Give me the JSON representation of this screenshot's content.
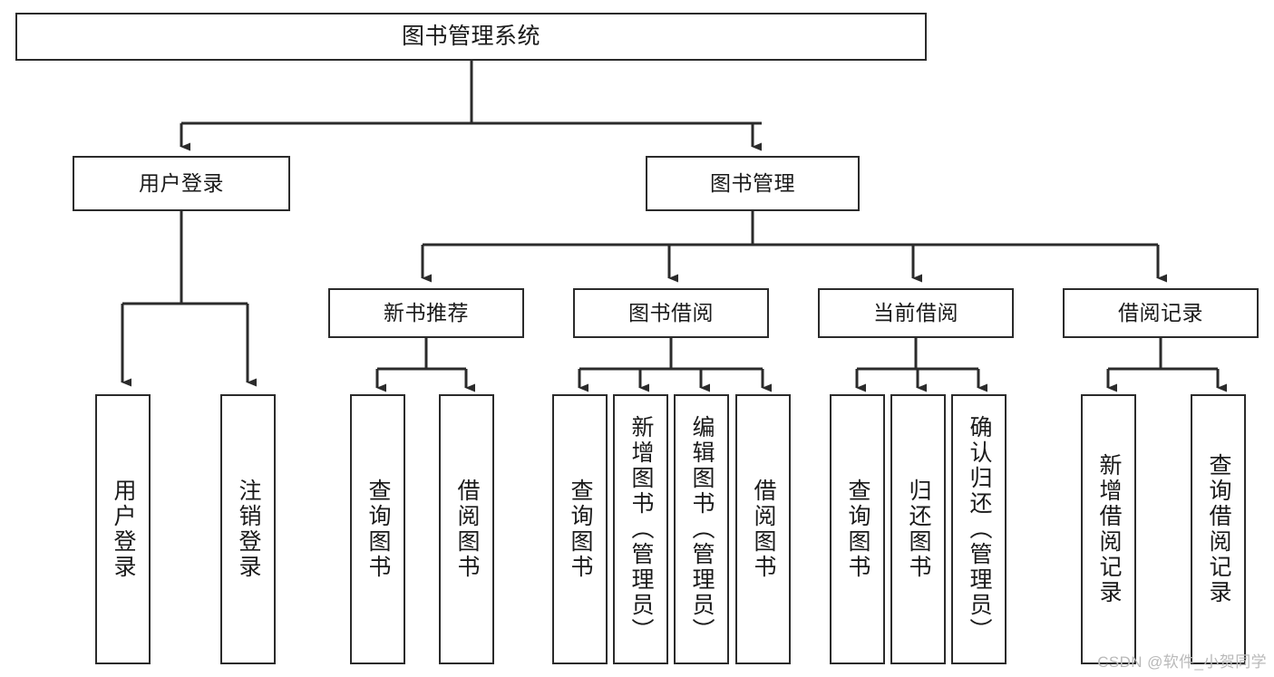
{
  "diagram": {
    "title": "图书管理系统",
    "watermark": "CSDN @软件_小贺同学",
    "colors": {
      "stroke": "#2b2b2b",
      "fill": "#ffffff",
      "text": "#1a1a1a",
      "background": "#ffffff",
      "watermark": "#b9b9b9"
    },
    "root": {
      "id": "root",
      "label": "图书管理系统",
      "level": 0
    },
    "level1": [
      {
        "id": "user-login",
        "label": "用户登录",
        "level": 1
      },
      {
        "id": "book-management",
        "label": "图书管理",
        "level": 1
      }
    ],
    "level2": [
      {
        "id": "new-book-recommend",
        "label": "新书推荐",
        "level": 2,
        "parent": "book-management"
      },
      {
        "id": "book-borrow",
        "label": "图书借阅",
        "level": 2,
        "parent": "book-management"
      },
      {
        "id": "current-borrow",
        "label": "当前借阅",
        "level": 2,
        "parent": "book-management"
      },
      {
        "id": "borrow-record",
        "label": "借阅记录",
        "level": 2,
        "parent": "book-management"
      }
    ],
    "leaves": [
      {
        "id": "leaf-user-login",
        "label": "用户登录",
        "parent": "user-login"
      },
      {
        "id": "leaf-logout",
        "label": "注销登录",
        "parent": "user-login"
      },
      {
        "id": "leaf-query-book-1",
        "label": "查询图书",
        "parent": "new-book-recommend"
      },
      {
        "id": "leaf-borrow-book-1",
        "label": "借阅图书",
        "parent": "new-book-recommend"
      },
      {
        "id": "leaf-query-book-2",
        "label": "查询图书",
        "parent": "book-borrow"
      },
      {
        "id": "leaf-add-book",
        "label": "新增图书（管理员）",
        "parent": "book-borrow"
      },
      {
        "id": "leaf-edit-book",
        "label": "编辑图书（管理员）",
        "parent": "book-borrow"
      },
      {
        "id": "leaf-borrow-book-2",
        "label": "借阅图书",
        "parent": "book-borrow"
      },
      {
        "id": "leaf-query-book-3",
        "label": "查询图书",
        "parent": "current-borrow"
      },
      {
        "id": "leaf-return-book",
        "label": "归还图书",
        "parent": "current-borrow"
      },
      {
        "id": "leaf-confirm-return",
        "label": "确认归还（管理员）",
        "parent": "current-borrow"
      },
      {
        "id": "leaf-add-record",
        "label": "新增借阅记录",
        "parent": "borrow-record"
      },
      {
        "id": "leaf-query-record",
        "label": "查询借阅记录",
        "parent": "borrow-record"
      }
    ]
  }
}
